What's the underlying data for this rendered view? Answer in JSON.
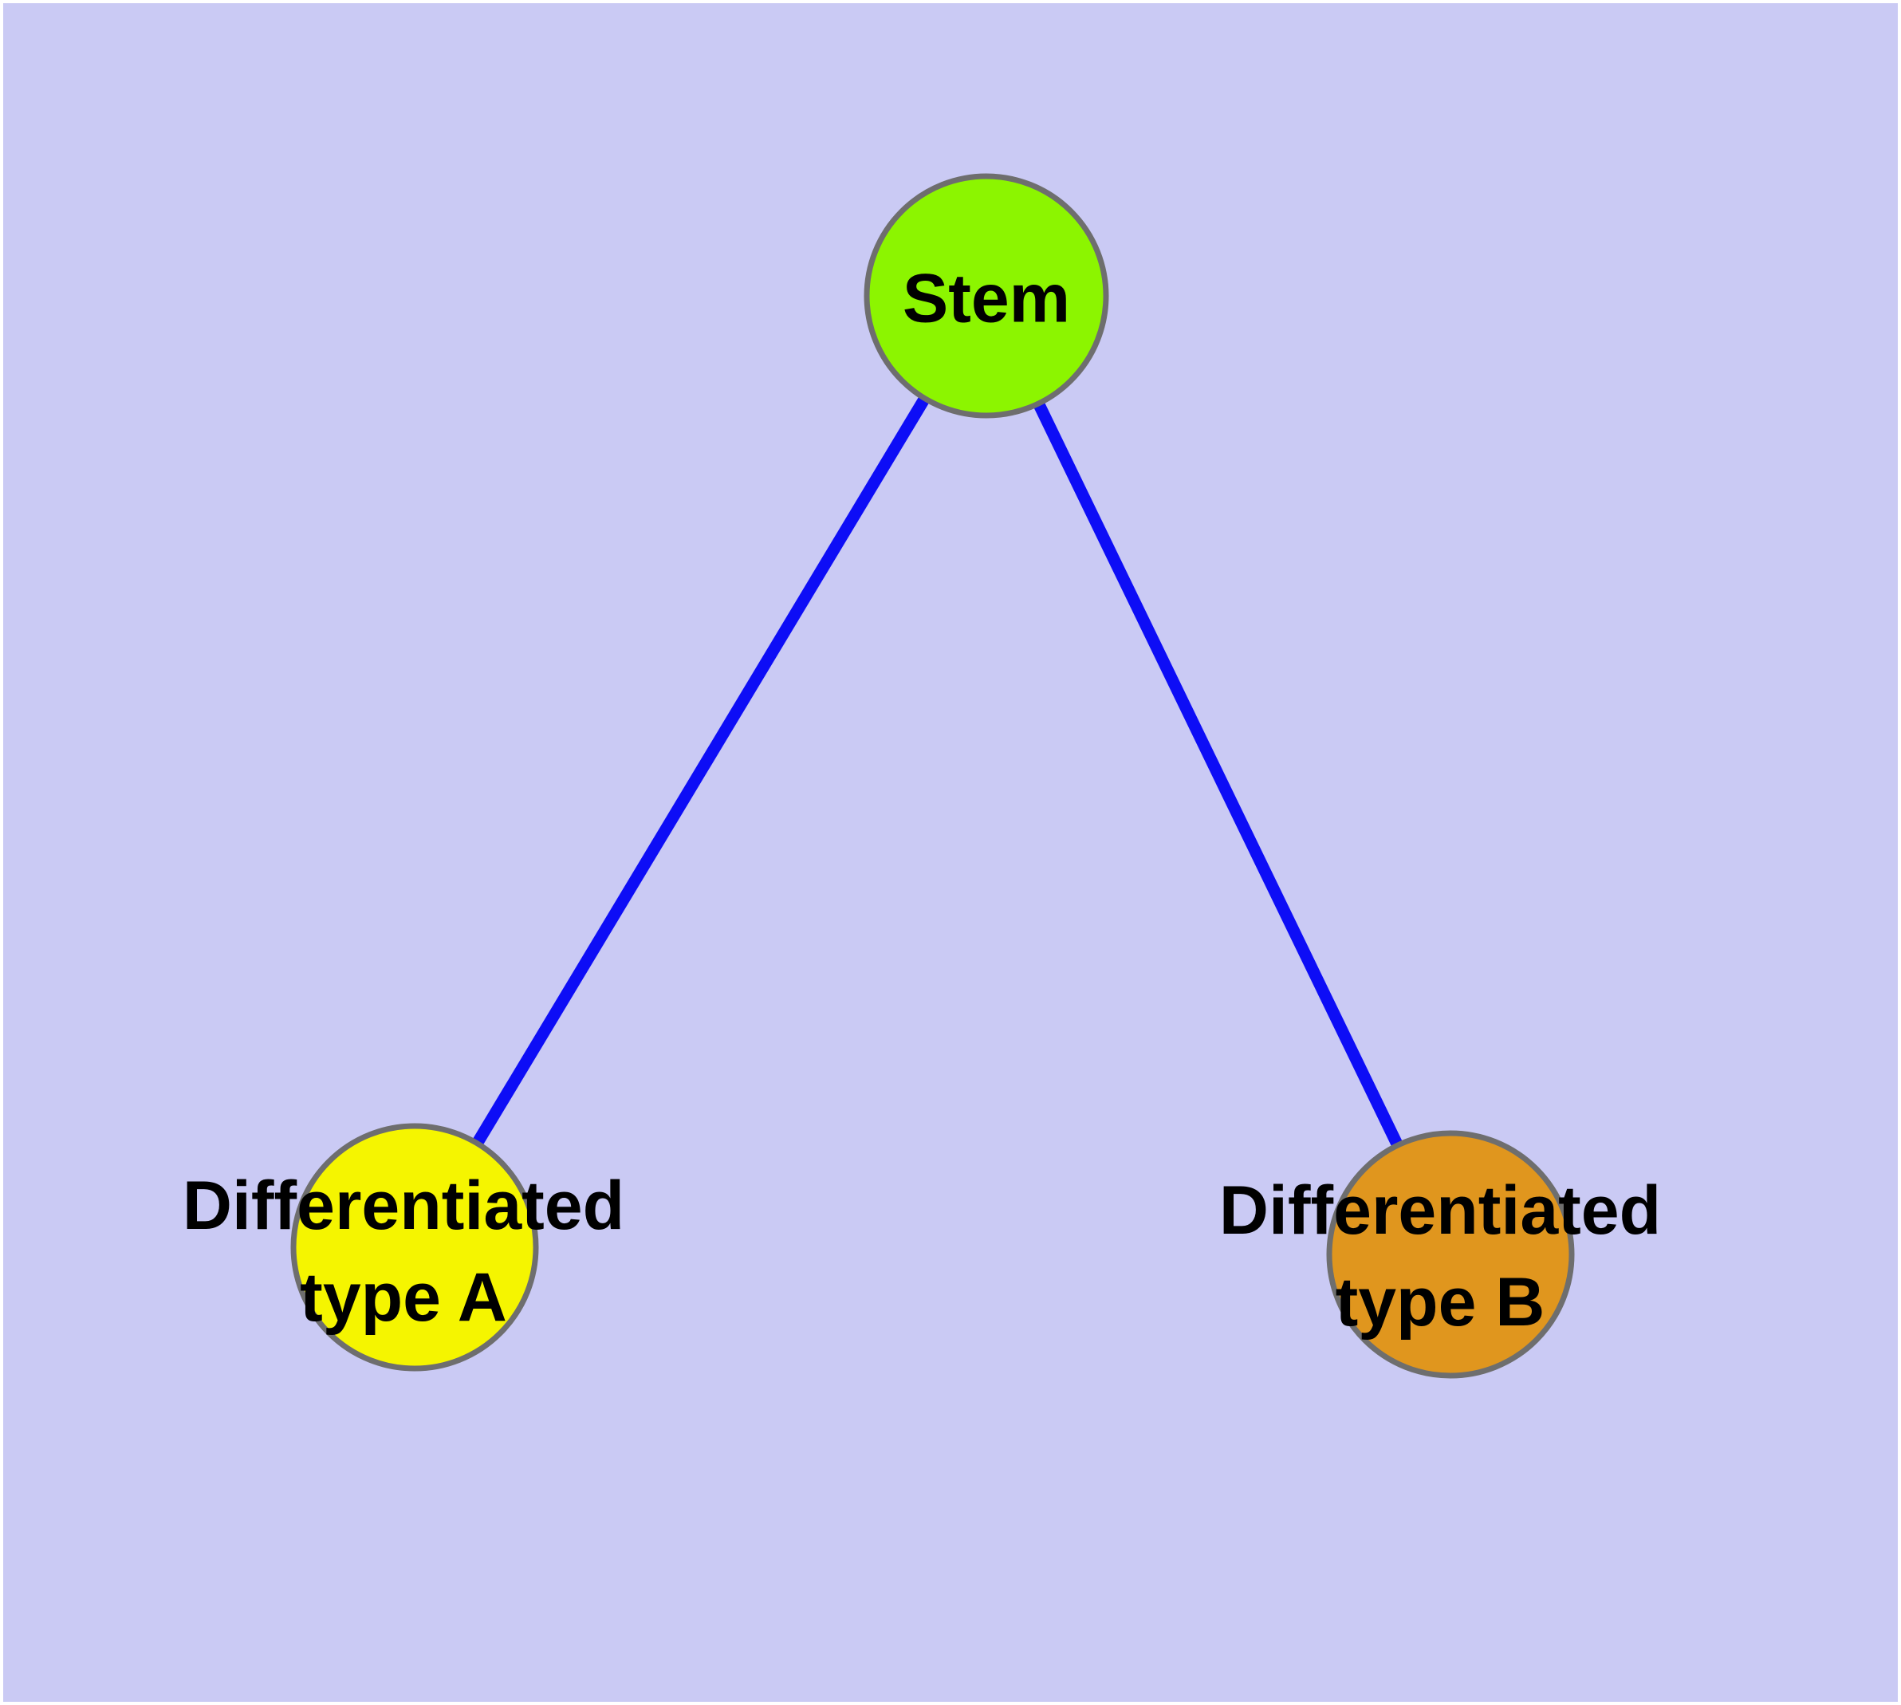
{
  "diagram": {
    "colors": {
      "background": "#cacaf4",
      "frame": "#ffffff",
      "edge": "#0d0df6",
      "node_border": "#6e6e6e",
      "node_stem": "#8cf500",
      "node_type_a": "#f5f500",
      "node_type_b": "#e0961e",
      "label_text": "#000000"
    },
    "nodes": {
      "stem": {
        "label": "Stem",
        "fill": "#8cf500"
      },
      "type_a": {
        "label_line1": "Differentiated",
        "label_line2": "type A",
        "fill": "#f5f500"
      },
      "type_b": {
        "label_line1": "Differentiated",
        "label_line2": "type B",
        "fill": "#e0961e"
      }
    },
    "edges": [
      {
        "from": "stem",
        "to": "type_a"
      },
      {
        "from": "stem",
        "to": "type_b"
      }
    ]
  }
}
